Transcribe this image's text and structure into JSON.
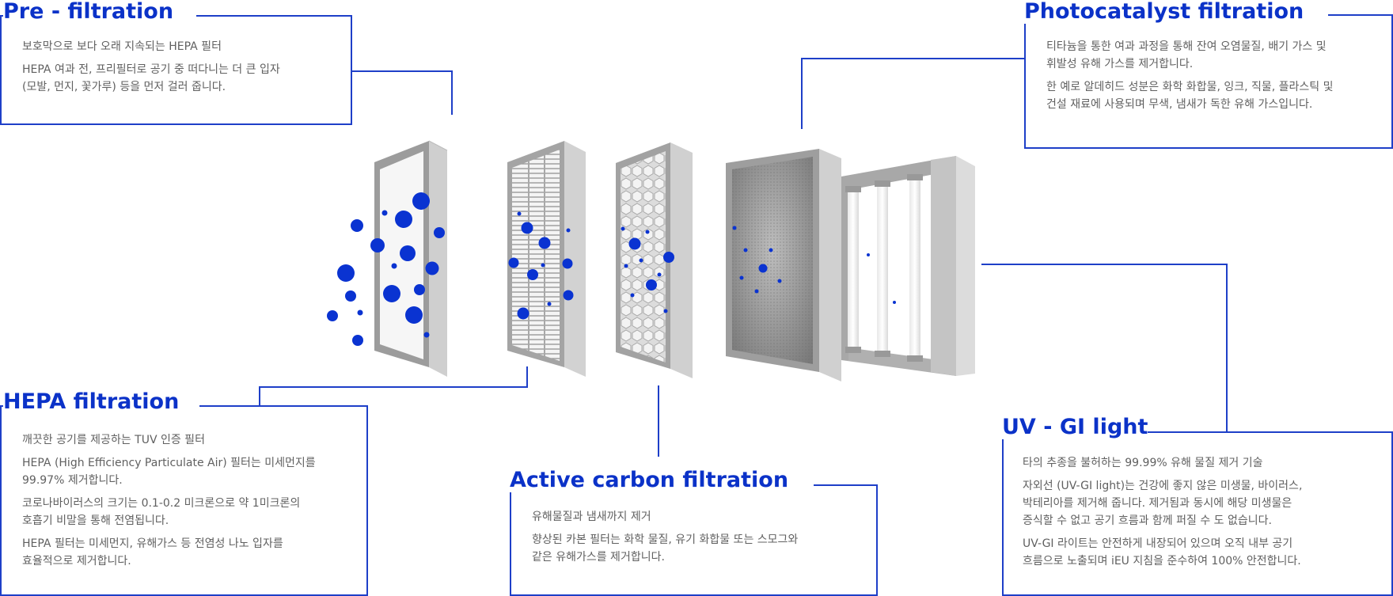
{
  "colors": {
    "accent": "#0b32c8",
    "line": "#1e3fc8",
    "text": "#606060",
    "particle": "#0a33d1"
  },
  "sections": {
    "pre": {
      "title": "Pre - filtration",
      "subtitle": "보호막으로 보다 오래 지속되는 HEPA 필터",
      "paragraphs": [
        "HEPA 여과 전, 프리필터로 공기 중 떠다니는 더 큰 입자\n(모발, 먼지, 꽃가루) 등을 먼저 걸러 줍니다."
      ]
    },
    "hepa": {
      "title": "HEPA filtration",
      "subtitle": "깨끗한 공기를 제공하는 TUV 인증 필터",
      "paragraphs": [
        "HEPA (High Efficiency Particulate Air) 필터는 미세먼지를\n99.97% 제거합니다.",
        "코로나바이러스의 크기는 0.1-0.2 미크론으로 약 1미크론의\n호흡기 비말을 통해 전염됩니다.",
        "HEPA 필터는 미세먼지, 유해가스 등 전염성 나노 입자를\n효율적으로 제거합니다."
      ]
    },
    "carbon": {
      "title": "Active carbon filtration",
      "subtitle": "유해물질과 냄새까지 제거",
      "paragraphs": [
        "향상된 카본 필터는 화학 물질, 유기 화합물 또는 스모그와\n같은 유해가스를 제거합니다."
      ]
    },
    "photo": {
      "title": "Photocatalyst filtration",
      "subtitle": "티타늄을 통한 여과 과정을 통해 잔여 오염물질, 배기 가스 및\n휘발성 유해 가스를 제거합니다.",
      "paragraphs": [
        "한 예로 알데히드 성분은 화학 화합물, 잉크, 직물, 플라스틱 및\n건설 재료에 사용되며 무색, 냄새가 독한 유해 가스입니다."
      ]
    },
    "uv": {
      "title": "UV - GI light",
      "subtitle": "타의 추종을 불허하는 99.99% 유해 물질 제거 기술",
      "paragraphs": [
        "자외선 (UV-GI light)는 건강에 좋지 않은 미생물, 바이러스,\n박테리아를 제거해 줍니다. 제거됨과 동시에 해당 미생물은\n증식할 수 없고 공기 흐름과 함께 퍼질 수 도 없습니다.",
        "UV-GI 라이트는 안전하게 내장되어 있으며 오직 내부 공기\n흐름으로 노출되며 iEU 지침을 준수하여 100% 안전합니다."
      ]
    }
  }
}
